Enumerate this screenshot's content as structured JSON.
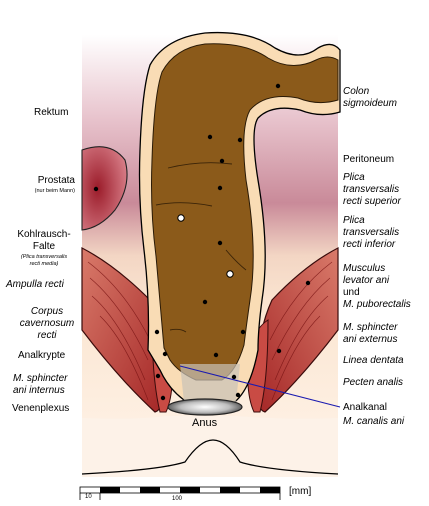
{
  "labels_left": {
    "rektum": "Rektum",
    "prostata": "Prostata",
    "prostata_note": "(nur beim Mann)",
    "kohlrausch_1": "Kohlrausch-",
    "kohlrausch_2": "Falte",
    "kohlrausch_note_1": "(Plica transversalis",
    "kohlrausch_note_2": "recti media)",
    "ampulla": "Ampulla recti",
    "corpus_1": "Corpus",
    "corpus_2": "cavernosum",
    "corpus_3": "recti",
    "analkrypte": "Analkrypte",
    "sphincter_int_1": "M. sphincter",
    "sphincter_int_2": "ani internus",
    "venenplexus": "Venenplexus"
  },
  "labels_right": {
    "colon_1": "Colon",
    "colon_2": "sigmoideum",
    "peritoneum": "Peritoneum",
    "plica_sup_1": "Plica",
    "plica_sup_2": "transversalis",
    "plica_sup_3": "recti superior",
    "plica_inf_1": "Plica",
    "plica_inf_2": "transversalis",
    "plica_inf_3": "recti inferior",
    "levator_1": "Musculus",
    "levator_2": "levator ani",
    "levator_3": "und",
    "levator_4": "M. puborectalis",
    "sphincter_ext_1": "M. sphincter",
    "sphincter_ext_2": "ani externus",
    "linea": "Linea dentata",
    "pecten": "Pecten analis",
    "analkanal": "Analkanal",
    "canalis": "M. canalis ani"
  },
  "anus": "Anus",
  "scale": {
    "tick_10": "10",
    "tick_100": "100",
    "unit": "[mm]"
  },
  "colors": {
    "lumen": "#8b5a1a",
    "wall": "#f9dcb5",
    "peritoneal": "#c98a99",
    "muscle": "#b8312c",
    "prostate": "#a8303a"
  }
}
